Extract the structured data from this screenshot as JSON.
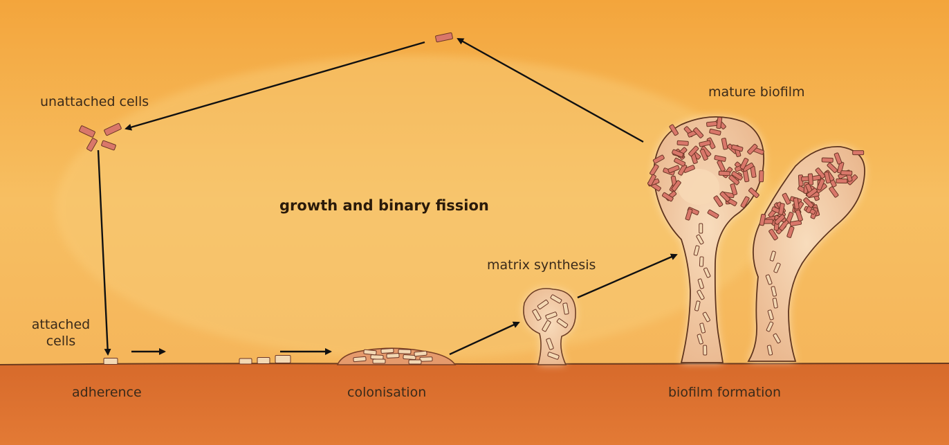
{
  "labels": {
    "unattached_cells": "unattached cells",
    "growth": "growth and binary fission",
    "mature_biofilm": "mature biofilm",
    "matrix_synthesis": "matrix synthesis",
    "attached_cells": "attached\ncells",
    "adherence": "adherence",
    "colonisation": "colonisation",
    "biofilm_formation": "biofilm formation"
  },
  "colors": {
    "background_top": "#f3a43a",
    "background_mid": "#f7c165",
    "surface": "#d96a2c",
    "biofilm_fill": "#f2c9a0",
    "cell_fill": "#d9776a",
    "arrow": "#111111"
  }
}
